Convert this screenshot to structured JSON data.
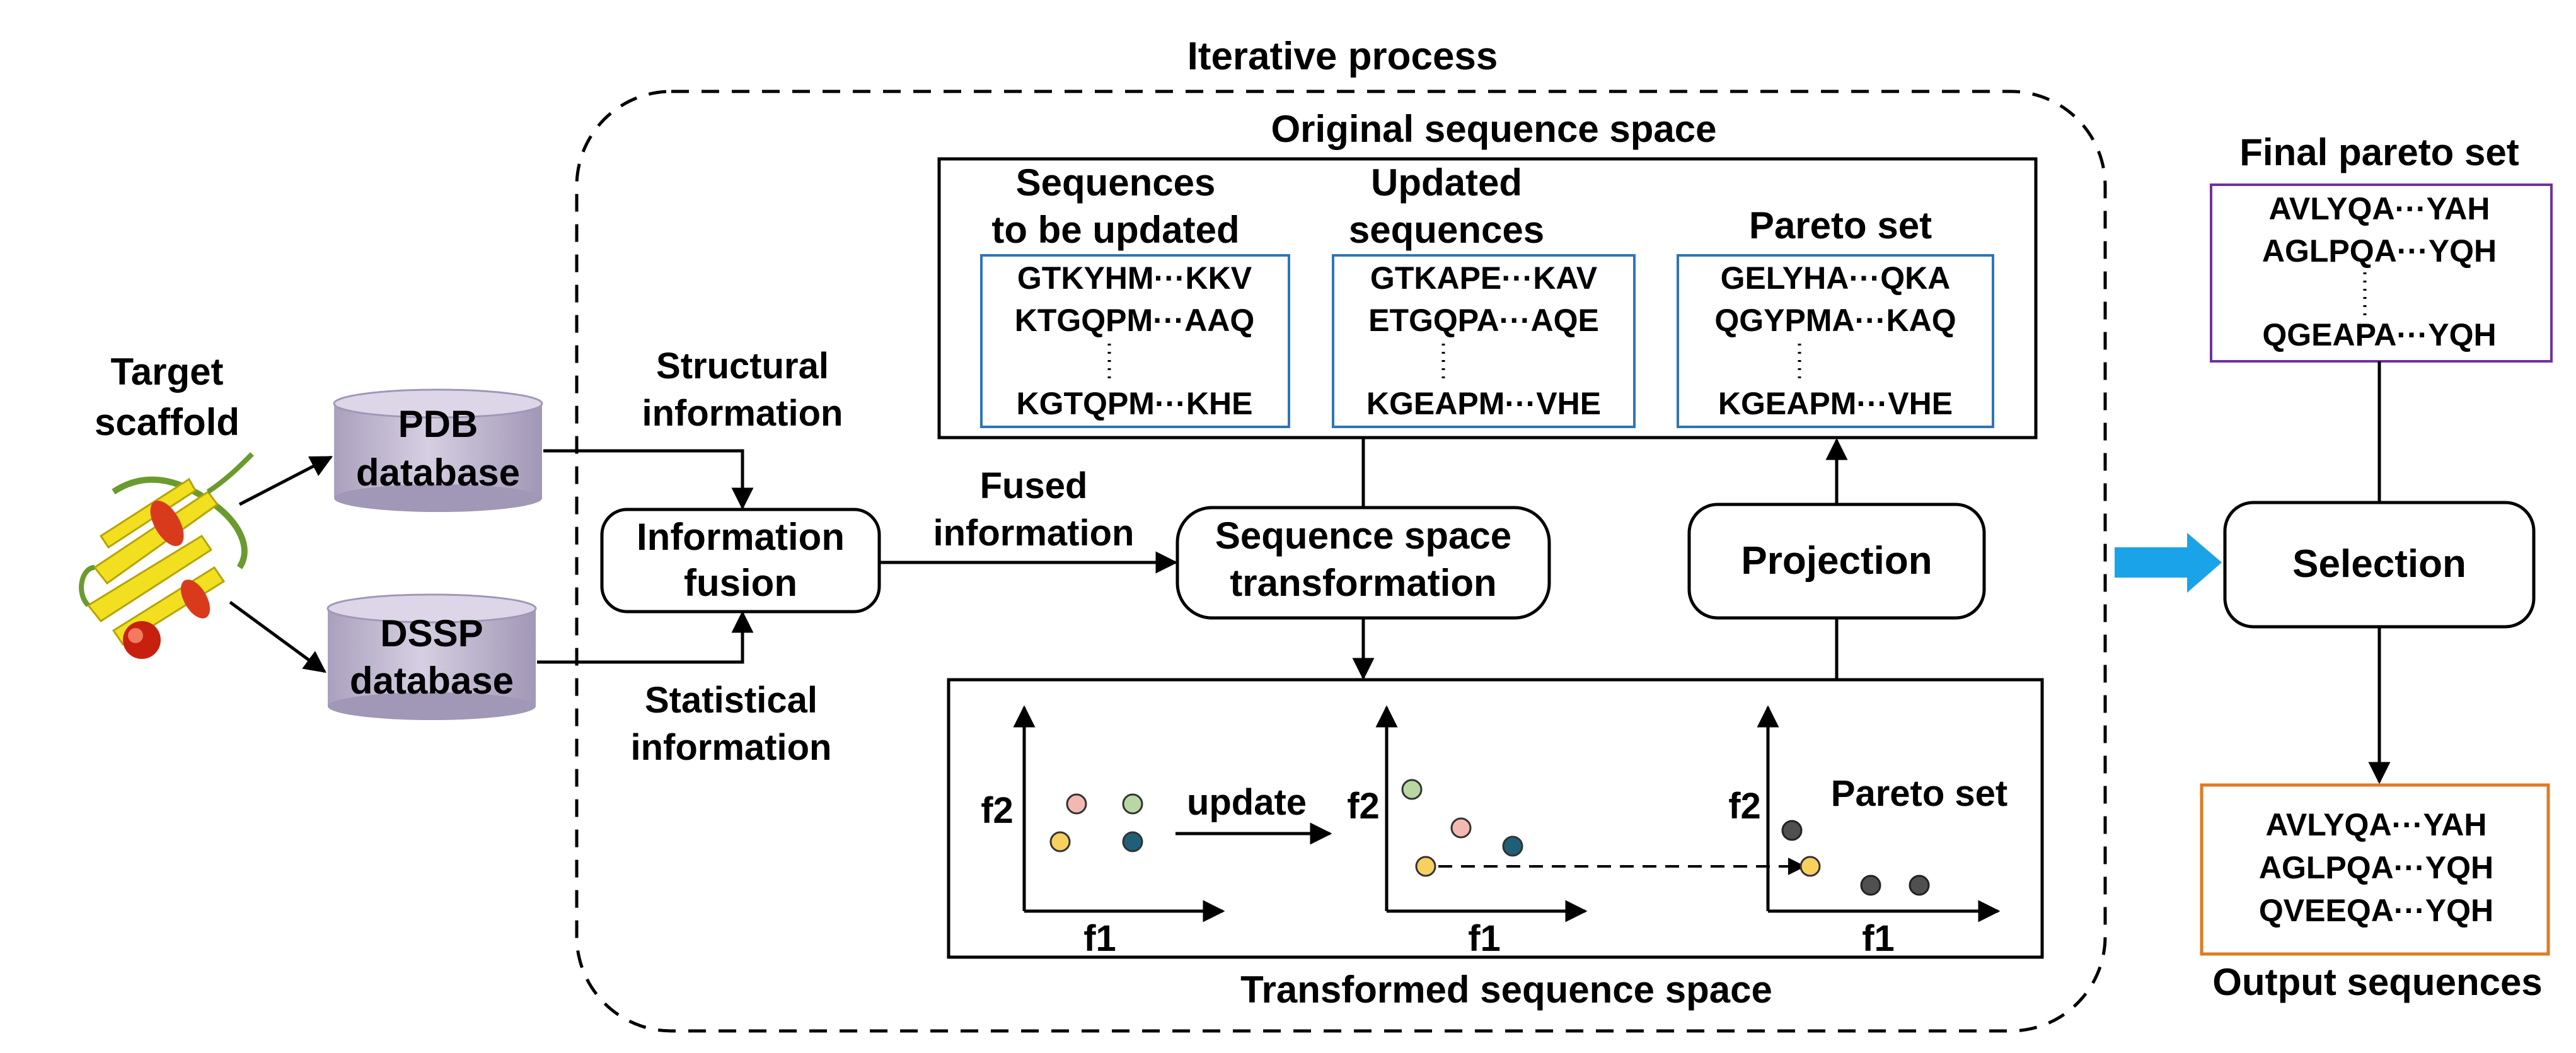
{
  "title": "Iterative process",
  "input": {
    "line1": "Target",
    "line2": "scaffold"
  },
  "databases": [
    {
      "line1": "PDB",
      "line2": "database"
    },
    {
      "line1": "DSSP",
      "line2": "database"
    }
  ],
  "info_labels": {
    "structural": [
      "Structural",
      "information"
    ],
    "statistical": [
      "Statistical",
      "information"
    ],
    "fused": [
      "Fused",
      "information"
    ]
  },
  "process_boxes": {
    "fusion": [
      "Information",
      "fusion"
    ],
    "transformation": [
      "Sequence space",
      "transformation"
    ],
    "projection": "Projection",
    "selection": "Selection"
  },
  "original_space": {
    "title": "Original sequence space",
    "groups": [
      {
        "heading": [
          "Sequences",
          "to be updated"
        ],
        "rows": [
          "GTKYHM···KKV",
          "KTGQPM···AAQ",
          "KGTQPM···KHE"
        ]
      },
      {
        "heading": [
          "Updated",
          "sequences"
        ],
        "rows": [
          "GTKAPE···KAV",
          "ETGQPA···AQE",
          "KGEAPM···VHE"
        ]
      },
      {
        "heading": [
          "Pareto set"
        ],
        "rows": [
          "GELYHA···QKA",
          "QGYPMA···KAQ",
          "KGEAPM···VHE"
        ]
      }
    ]
  },
  "transformed_space": {
    "title": "Transformed sequence space",
    "x_label": "f1",
    "y_label": "f2",
    "update_label": "update",
    "pareto_label": "Pareto set"
  },
  "final_pareto": {
    "title": "Final pareto set",
    "rows": [
      "AVLYQA···YAH",
      "AGLPQA···YQH",
      "QGEAPA···YQH"
    ]
  },
  "output": {
    "title": "Output sequences",
    "rows": [
      "AVLYQA···YAH",
      "AGLPQA···YQH",
      "QVEEQA···YQH"
    ]
  },
  "colors": {
    "database_fill": "#c8bfd6",
    "seq_box_border": "#2e75b6",
    "final_border": "#7030a0",
    "output_border": "#e07b20",
    "big_arrow": "#1aa3e8",
    "dot_pink": "#f4b8b2",
    "dot_green": "#b8d8a3",
    "dot_yellow": "#f7d060",
    "dot_teal": "#1f5f78",
    "dot_dark": "#505050"
  }
}
